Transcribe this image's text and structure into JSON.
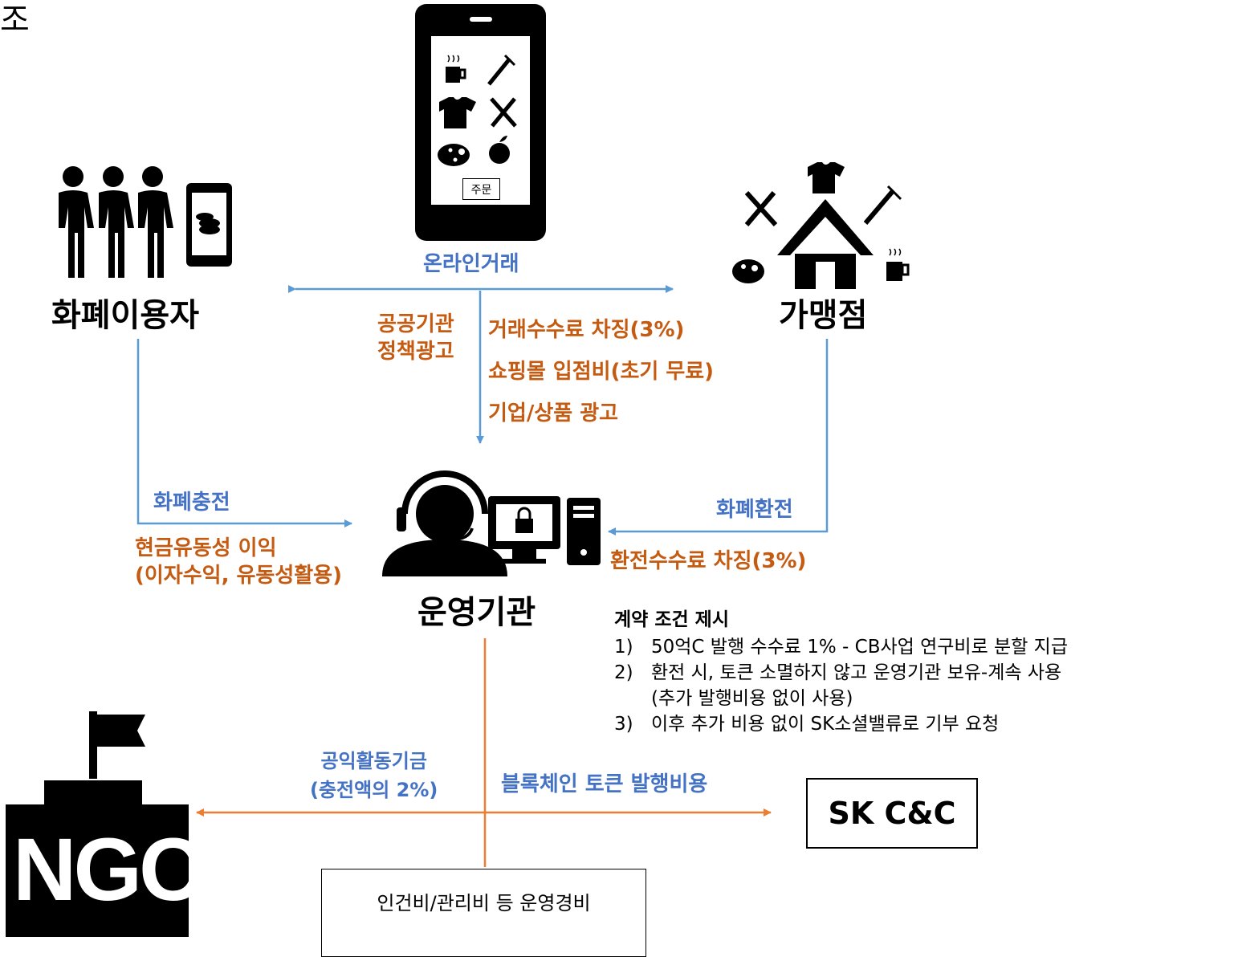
{
  "corner_char": "조",
  "phone": {
    "order_button": "주문"
  },
  "nodes": {
    "users": "화폐이용자",
    "merchants": "가맹점",
    "operator": "운영기관",
    "ngo": "NGO",
    "sk": "SK C&C",
    "opex": "인건비/관리비 등 운영경비"
  },
  "labels": {
    "online_trade": "온라인거래",
    "public_ad": [
      "공공기관",
      "정책광고"
    ],
    "revenue": [
      "거래수수료 차징(3%)",
      "쇼핑몰 입점비(초기 무료)",
      "기업/상품 광고"
    ],
    "charge": "화폐충전",
    "liquidity": [
      "현금유동성 이익",
      "(이자수익, 유동성활용)"
    ],
    "exchange": "화폐환전",
    "exchange_fee": "환전수수료 차징(3%)",
    "public_fund": [
      "공익활동기금",
      "(충전액의 2%)"
    ],
    "token_cost": "블록체인 토큰 발행비용"
  },
  "contract": {
    "title": "계약 조건 제시",
    "items": [
      {
        "num": "1)",
        "text": "50억C 발행 수수료 1% - CB사업 연구비로 분할 지급"
      },
      {
        "num": "2)",
        "text": "환전 시, 토큰 소멸하지 않고 운영기관 보유-계속 사용"
      },
      {
        "num": "",
        "text": "(추가 발행비용 없이 사용)"
      },
      {
        "num": "3)",
        "text": "이후 추가 비용 없이 SK소셜밸류로 기부 요청"
      }
    ]
  },
  "colors": {
    "blue": "#4472c4",
    "orange": "#c55a11",
    "arrow_blue": "#5b9bd5",
    "arrow_orange": "#ed7d31"
  }
}
